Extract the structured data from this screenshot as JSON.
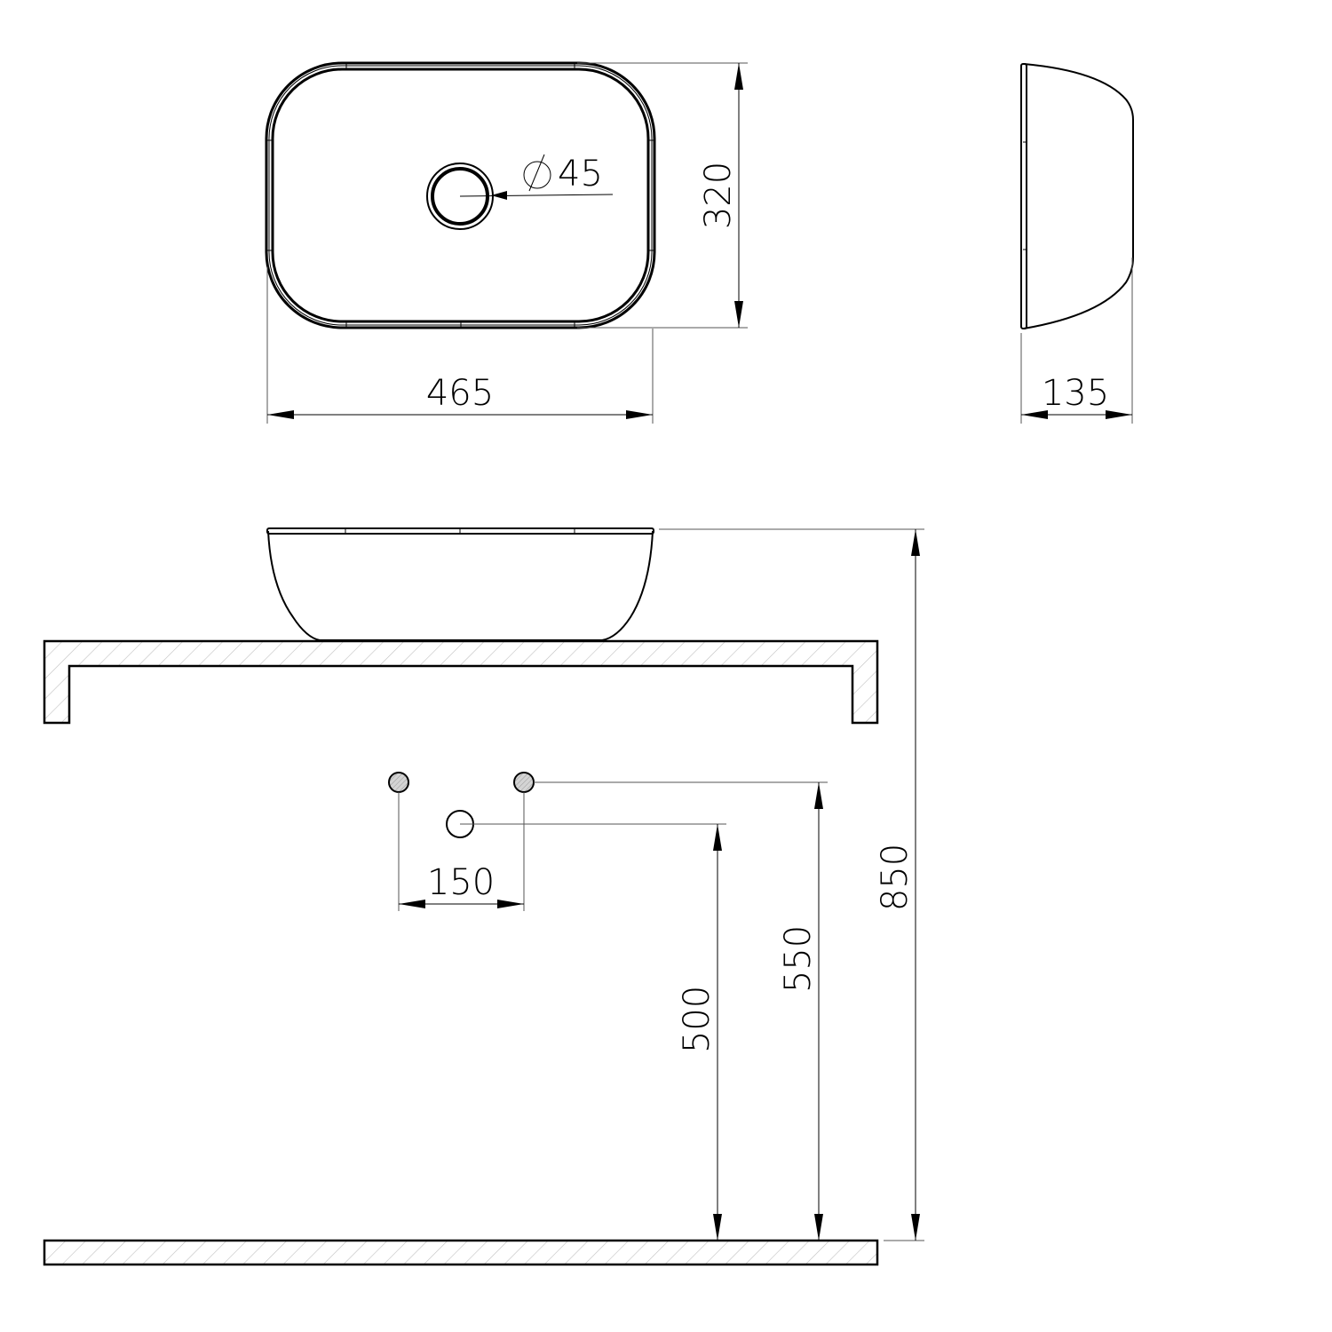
{
  "drawing": {
    "type": "technical-drawing",
    "subject": "countertop washbasin installation drawing",
    "views": {
      "top_view": {
        "width_dim": "465",
        "depth_dim": "320",
        "drain_dim": "45",
        "diameter_symbol": "⌀"
      },
      "side_view": {
        "height_dim": "135"
      },
      "front_view": {
        "tap_spacing_dim": "150",
        "drain_height_dim": "500",
        "tap_height_dim": "550",
        "total_height_dim": "850"
      }
    },
    "colors": {
      "line": "#000000",
      "hatch": "#bbbbbb",
      "pipe_fill": "#cccccc",
      "background": "#ffffff"
    }
  }
}
